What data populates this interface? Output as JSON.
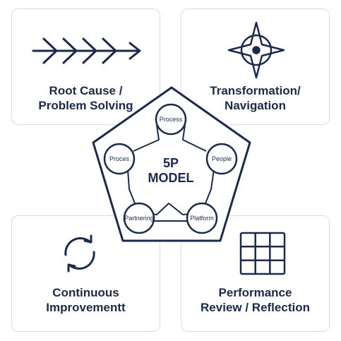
{
  "cards": {
    "top_left": {
      "line1": "Root Cause /",
      "line2": "Problem Solving",
      "icon": "fishbone-arrow-icon"
    },
    "top_right": {
      "line1": "Transformation/",
      "line2": "Navigation",
      "icon": "compass-star-icon"
    },
    "bottom_left": {
      "line1": "Continuous",
      "line2": "Improvementt",
      "icon": "cycle-arrows-icon"
    },
    "bottom_right": {
      "line1": "Performance",
      "line2": "Review / Reflection",
      "icon": "grid-icon"
    }
  },
  "model": {
    "title_line1": "5P",
    "title_line2": "MODEL",
    "nodes": {
      "top": "Process",
      "right": "People",
      "bottom_right": "Platform",
      "bottom_left": "Partnering",
      "left": "Proces"
    }
  },
  "colors": {
    "ink": "#1b2a4a",
    "card_border": "#d9dde3",
    "background": "#ffffff"
  }
}
